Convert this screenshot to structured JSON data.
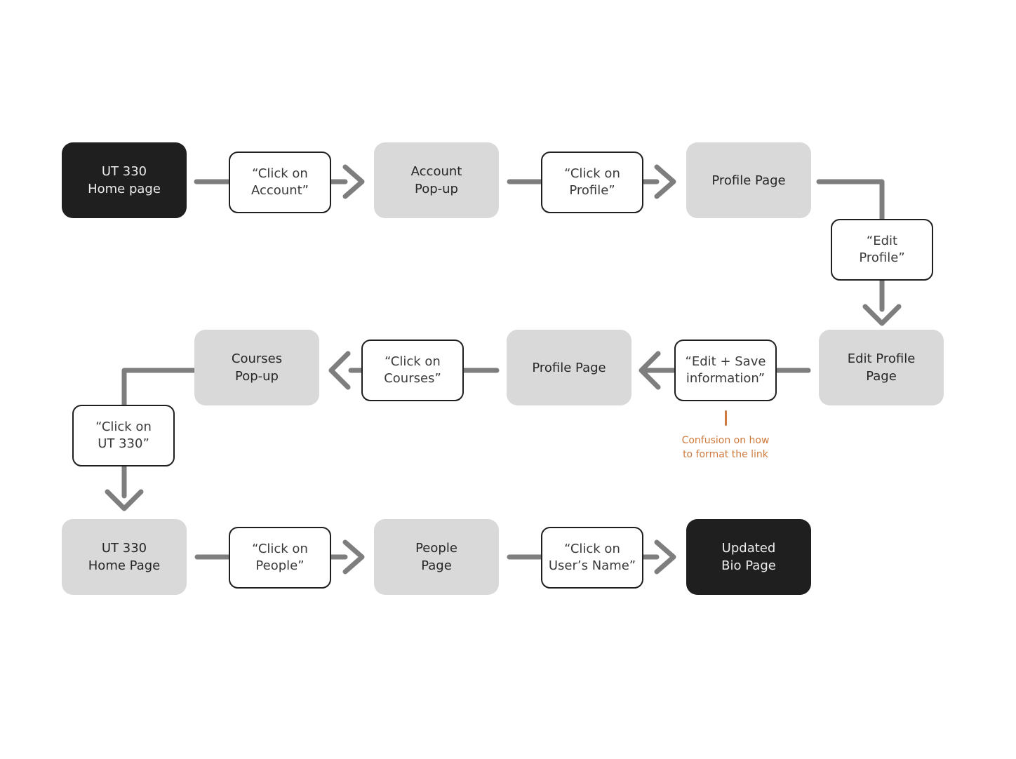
{
  "diagram": {
    "colors": {
      "canvas_bg": "#ffffff",
      "dark_node_bg": "#1f1f1f",
      "dark_node_text": "#ececec",
      "gray_node_bg": "#d9d9d9",
      "node_text": "#262626",
      "action_bg": "#ffffff",
      "action_border": "#1f1f1f",
      "action_text": "#3a3a3a",
      "arrow": "#7e7e7e",
      "icon": "#1f1f1f",
      "annotation": "#ce7a3e"
    },
    "nodes": [
      {
        "id": "ut330-home-page-1",
        "type": "page-dark",
        "label": "UT 330\nHome page"
      },
      {
        "id": "click-on-account",
        "type": "action",
        "label": "“Click on\nAccount”",
        "icon": "loading-spinner"
      },
      {
        "id": "account-popup",
        "type": "page-gray",
        "label": "Account\nPop-up"
      },
      {
        "id": "click-on-profile",
        "type": "action",
        "label": "“Click on\nProfile”",
        "icon": "loading-spinner"
      },
      {
        "id": "profile-page-1",
        "type": "page-gray",
        "label": "Profile Page"
      },
      {
        "id": "edit-profile",
        "type": "action",
        "label": "“Edit\nProfile”"
      },
      {
        "id": "edit-profile-page",
        "type": "page-gray",
        "label": "Edit Profile\nPage"
      },
      {
        "id": "edit-save-information",
        "type": "action",
        "label": "“Edit + Save\ninformation”",
        "icon": "loading-spinner"
      },
      {
        "id": "profile-page-2",
        "type": "page-gray",
        "label": "Profile Page"
      },
      {
        "id": "click-on-courses",
        "type": "action",
        "label": "“Click on\nCourses”"
      },
      {
        "id": "courses-popup",
        "type": "page-gray",
        "label": "Courses\nPop-up"
      },
      {
        "id": "click-on-ut330",
        "type": "action",
        "label": "“Click on\nUT 330”"
      },
      {
        "id": "ut330-home-page-2",
        "type": "page-gray",
        "label": "UT 330\nHome Page"
      },
      {
        "id": "click-on-people",
        "type": "action",
        "label": "“Click on\nPeople”"
      },
      {
        "id": "people-page",
        "type": "page-gray",
        "label": "People\nPage"
      },
      {
        "id": "click-on-users-name",
        "type": "action",
        "label": "“Click on\nUser’s Name”"
      },
      {
        "id": "updated-bio-page",
        "type": "page-dark",
        "label": "Updated\nBio Page"
      }
    ],
    "annotation": {
      "text": "Confusion on how\nto format the link"
    }
  }
}
